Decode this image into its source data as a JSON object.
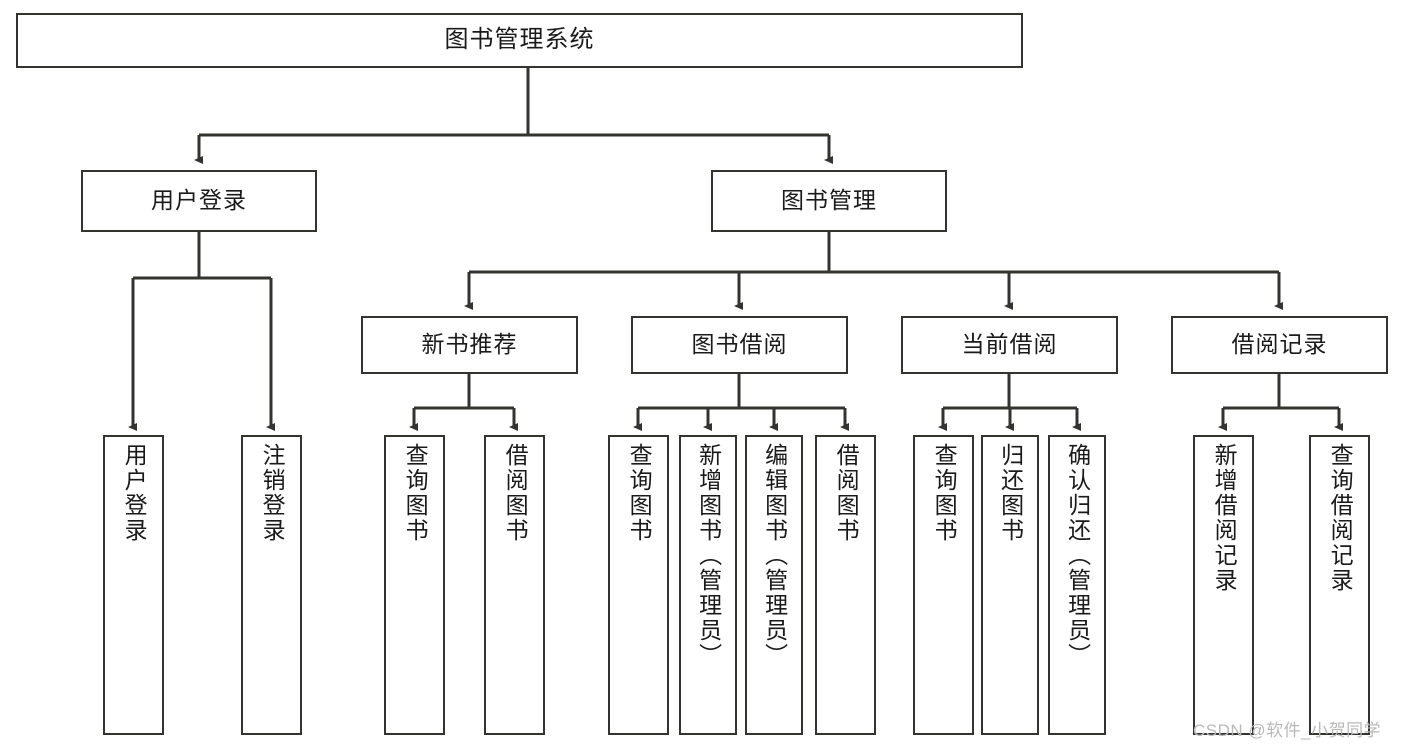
{
  "diagram": {
    "type": "hierarchy-tree",
    "title": "图书管理系统",
    "orientation": "top-down",
    "colors": {
      "box_border": "#33332f",
      "box_fill": "#ffffff",
      "edge": "#33332f",
      "text": "#1a1a1a",
      "watermark": "#b9b9b9",
      "background": "#ffffff"
    },
    "nodes": {
      "root": {
        "label": "图书管理系统"
      },
      "level2": [
        {
          "label": "用户登录"
        },
        {
          "label": "图书管理"
        }
      ],
      "level3": [
        {
          "label": "新书推荐"
        },
        {
          "label": "图书借阅"
        },
        {
          "label": "当前借阅"
        },
        {
          "label": "借阅记录"
        }
      ],
      "leaves": [
        {
          "label": "用户登录",
          "parent": "用户登录"
        },
        {
          "label": "注销登录",
          "parent": "用户登录"
        },
        {
          "label": "查询图书",
          "parent": "新书推荐"
        },
        {
          "label": "借阅图书",
          "parent": "新书推荐"
        },
        {
          "label": "查询图书",
          "parent": "图书借阅"
        },
        {
          "label": "新增图书（管理员）",
          "parent": "图书借阅"
        },
        {
          "label": "编辑图书（管理员）",
          "parent": "图书借阅"
        },
        {
          "label": "借阅图书",
          "parent": "图书借阅"
        },
        {
          "label": "查询图书",
          "parent": "当前借阅"
        },
        {
          "label": "归还图书",
          "parent": "当前借阅"
        },
        {
          "label": "确认归还（管理员）",
          "parent": "当前借阅"
        },
        {
          "label": "新增借阅记录",
          "parent": "借阅记录"
        },
        {
          "label": "查询借阅记录",
          "parent": "借阅记录"
        }
      ]
    },
    "watermark": "CSDN @软件_小贺同学"
  }
}
